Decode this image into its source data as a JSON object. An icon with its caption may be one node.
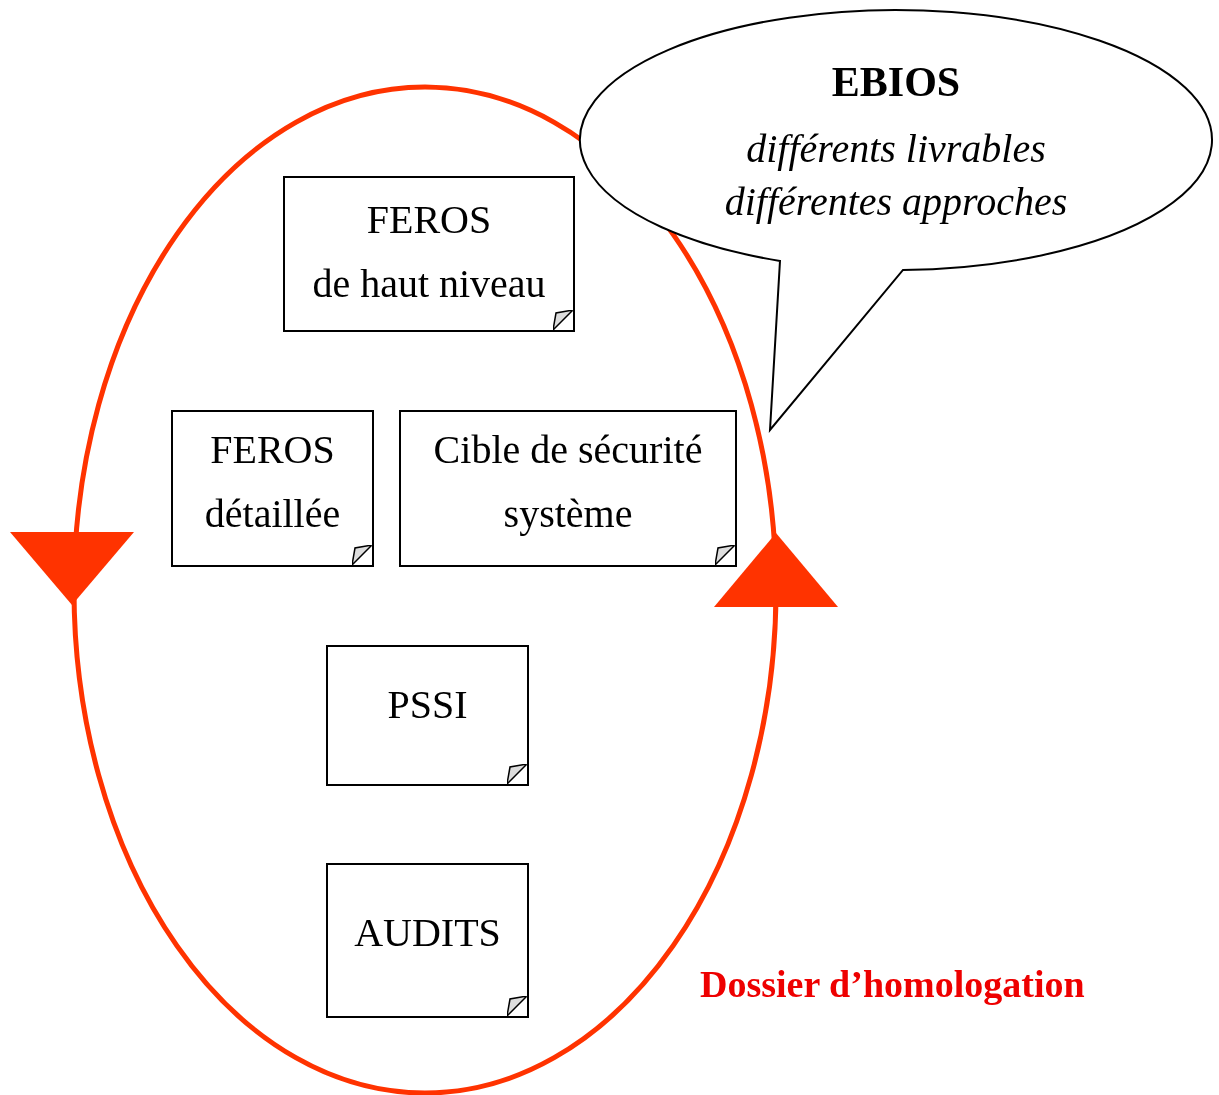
{
  "diagram": {
    "nodes": [
      {
        "text": [],
        "shape": "ellipse",
        "beside": [
          "Dossier d’homologation"
        ]
      },
      {
        "text": [
          "FEROS",
          "de haut niveau"
        ],
        "in": 0
      },
      {
        "text": [
          "FEROS",
          "détaillée"
        ],
        "in": 0
      },
      {
        "text": [
          "Cible de sécurité système"
        ],
        "in": 0
      },
      {
        "text": [
          "PSSI"
        ],
        "in": 0
      },
      {
        "text": [
          "AUDITS"
        ],
        "in": 0
      },
      {
        "text": [
          "EBIOS",
          "différents livrables différentes approches"
        ]
      }
    ],
    "edges": []
  }
}
